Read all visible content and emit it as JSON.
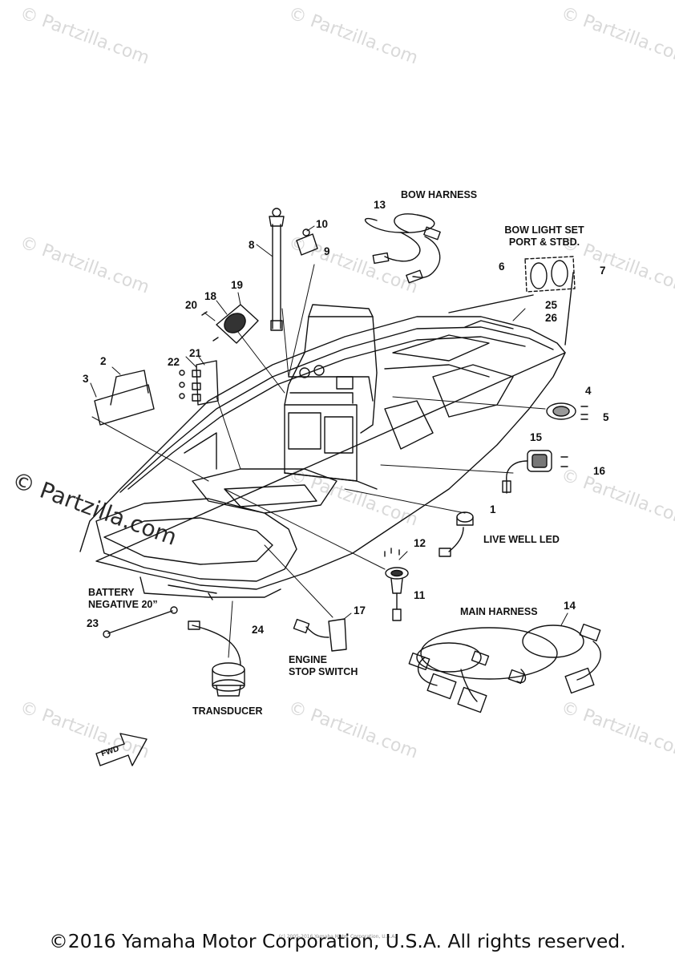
{
  "watermark_text": "© Partzilla.com",
  "labels": {
    "bow_harness": "BOW HARNESS",
    "bow_light_set_line1": "BOW LIGHT SET",
    "bow_light_set_line2": "PORT & STBD.",
    "live_well_led": "LIVE WELL LED",
    "battery_line1": "BATTERY",
    "battery_line2": "NEGATIVE 20”",
    "main_harness": "MAIN HARNESS",
    "engine_line1": "ENGINE",
    "engine_line2": "STOP SWITCH",
    "transducer": "TRANSDUCER",
    "fwd": "FWD"
  },
  "callouts": [
    "1",
    "2",
    "3",
    "4",
    "5",
    "6",
    "7",
    "8",
    "9",
    "10",
    "11",
    "12",
    "13",
    "14",
    "15",
    "16",
    "17",
    "18",
    "19",
    "20",
    "21",
    "22",
    "23",
    "24",
    "25",
    "26"
  ],
  "footer": {
    "copyright": "©2016 Yamaha Motor Corporation, U.S.A. All rights reserved.",
    "small_print": "(c) 2005-2016 Yamaha Motor Corporation, U.S.A."
  }
}
